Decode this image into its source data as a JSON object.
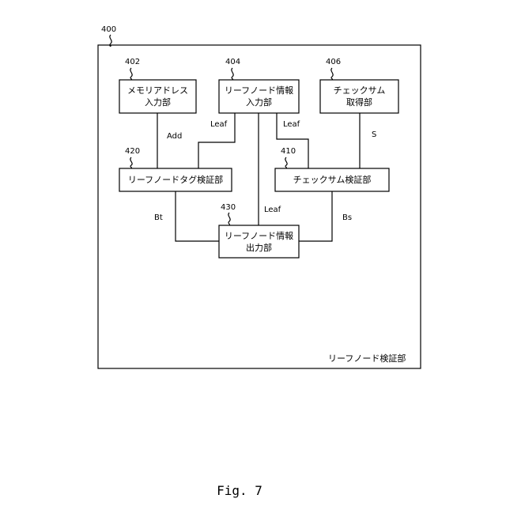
{
  "outer": {
    "ref": "400",
    "label": "リーフノード検証部"
  },
  "blocks": {
    "memory": {
      "ref": "402",
      "line1": "メモリアドレス",
      "line2": "入力部"
    },
    "leaf_in": {
      "ref": "404",
      "line1": "リーフノード情報",
      "line2": "入力部"
    },
    "checksum_get": {
      "ref": "406",
      "line1": "チェックサム",
      "line2": "取得部"
    },
    "tag_verify": {
      "ref": "420",
      "line1": "リーフノードタグ検証部"
    },
    "checksum_verify": {
      "ref": "410",
      "line1": "チェックサム検証部"
    },
    "leaf_out": {
      "ref": "430",
      "line1": "リーフノード情報",
      "line2": "出力部"
    }
  },
  "signals": {
    "add": "Add",
    "leaf_left": "Leaf",
    "leaf_right": "Leaf",
    "leaf_center": "Leaf",
    "s": "S",
    "bt": "Bt",
    "bs": "Bs"
  },
  "figure_caption": "Fig. 7"
}
